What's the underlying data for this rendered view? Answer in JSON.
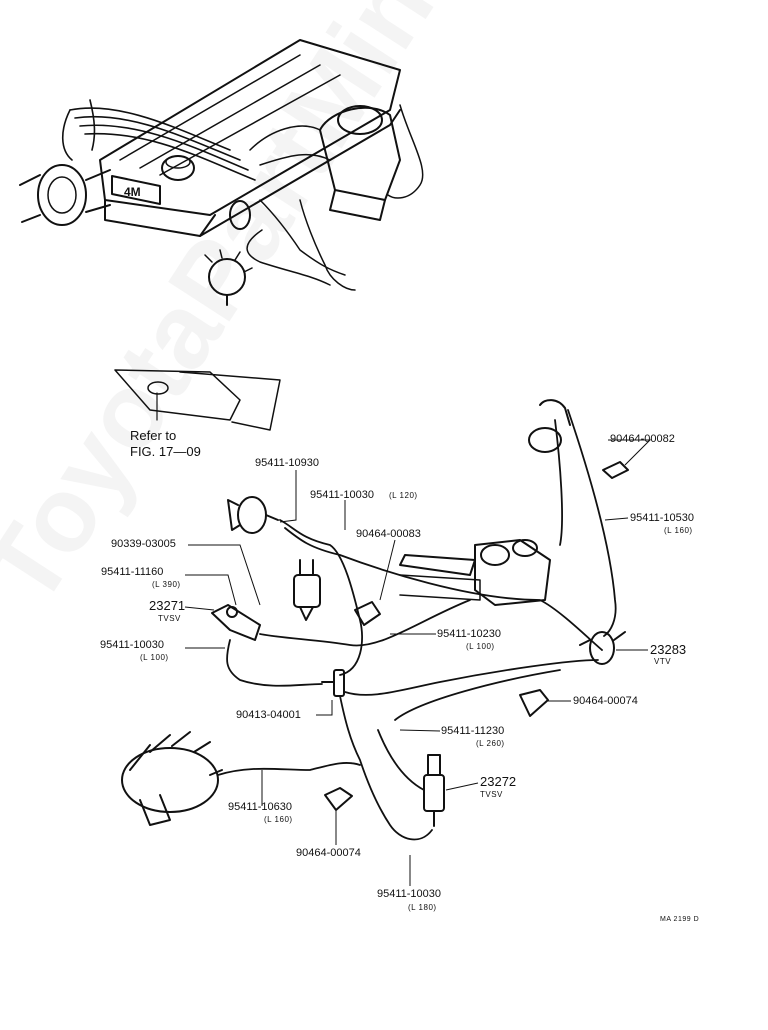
{
  "watermark": "ToyotaPartMine.ru",
  "reference": {
    "line1": "Refer to",
    "line2": "FIG. 17—09"
  },
  "drawing_id": "MA 2199 D",
  "labels": {
    "p95411_10930": "95411-10930",
    "p95411_10030_a": "95411-10030",
    "p95411_10030_a_len": "(L  120)",
    "p90339_03005": "90339-03005",
    "p90464_00083": "90464-00083",
    "p95411_11160": "95411-11160",
    "p95411_11160_len": "(L  390)",
    "p23271": "23271",
    "p23271_name": "TVSV",
    "p95411_10030_b": "95411-10030",
    "p95411_10030_b_len": "(L  100)",
    "p95411_10230": "95411-10230",
    "p95411_10230_len": "(L  100)",
    "p90413_04001": "90413-04001",
    "p90464_00082": "90464-00082",
    "p95411_10530": "95411-10530",
    "p95411_10530_len": "(L  160)",
    "p23283": "23283",
    "p23283_name": "VTV",
    "p90464_00074_a": "90464-00074",
    "p95411_11230": "95411-11230",
    "p95411_11230_len": "(L  260)",
    "p23272": "23272",
    "p23272_name": "TVSV",
    "p95411_10630": "95411-10630",
    "p95411_10630_len": "(L  160)",
    "p90464_00074_b": "90464-00074",
    "p95411_10030_c": "95411-10030",
    "p95411_10030_c_len": "(L  180)"
  },
  "engine_badge": "4M"
}
